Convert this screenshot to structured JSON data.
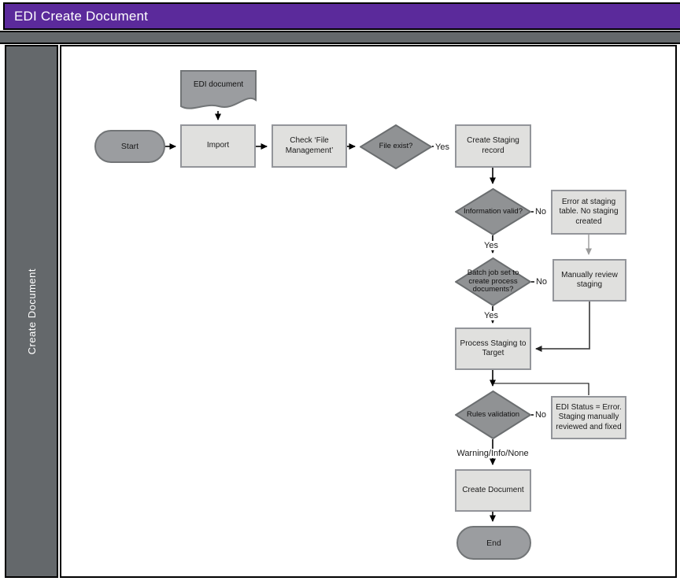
{
  "header": {
    "title": "EDI Create Document"
  },
  "lane": {
    "label": "Create Document"
  },
  "colors": {
    "header_bg": "#5b2a9b",
    "lane_bg": "#64686b",
    "shape_light": "#e0e0de",
    "shape_dark": "#9b9da0",
    "diamond_bg": "#909294"
  },
  "nodes": [
    {
      "id": "edi-document",
      "type": "document",
      "label": "EDI document"
    },
    {
      "id": "start",
      "type": "terminator",
      "label": "Start"
    },
    {
      "id": "import",
      "type": "process",
      "label": "Import"
    },
    {
      "id": "check-file-management",
      "type": "process",
      "label": "Check ‘File Management’"
    },
    {
      "id": "file-exist",
      "type": "decision",
      "label": "File exist?"
    },
    {
      "id": "create-staging-record",
      "type": "process",
      "label": "Create Staging record"
    },
    {
      "id": "information-valid",
      "type": "decision",
      "label": "Information valid?"
    },
    {
      "id": "error-at-staging",
      "type": "process",
      "label": "Error at staging table. No staging created"
    },
    {
      "id": "batch-job",
      "type": "decision",
      "label": "Batch job set to create process documents?"
    },
    {
      "id": "manually-review-staging",
      "type": "process",
      "label": "Manually review staging"
    },
    {
      "id": "process-staging-to-target",
      "type": "process",
      "label": "Process Staging to Target"
    },
    {
      "id": "rules-validation",
      "type": "decision",
      "label": "Rules validation"
    },
    {
      "id": "edi-status-error",
      "type": "process",
      "label": "EDI Status = Error. Staging manually reviewed and fixed"
    },
    {
      "id": "create-document",
      "type": "process",
      "label": "Create Document"
    },
    {
      "id": "end",
      "type": "terminator",
      "label": "End"
    }
  ],
  "edge_labels": [
    {
      "id": "file-exist-yes",
      "label": "Yes"
    },
    {
      "id": "information-valid-no",
      "label": "No"
    },
    {
      "id": "information-valid-yes",
      "label": "Yes"
    },
    {
      "id": "batch-job-no",
      "label": "No"
    },
    {
      "id": "batch-job-yes",
      "label": "Yes"
    },
    {
      "id": "rules-validation-no",
      "label": "No"
    },
    {
      "id": "rules-validation-result",
      "label": "Warning/Info/None"
    }
  ]
}
